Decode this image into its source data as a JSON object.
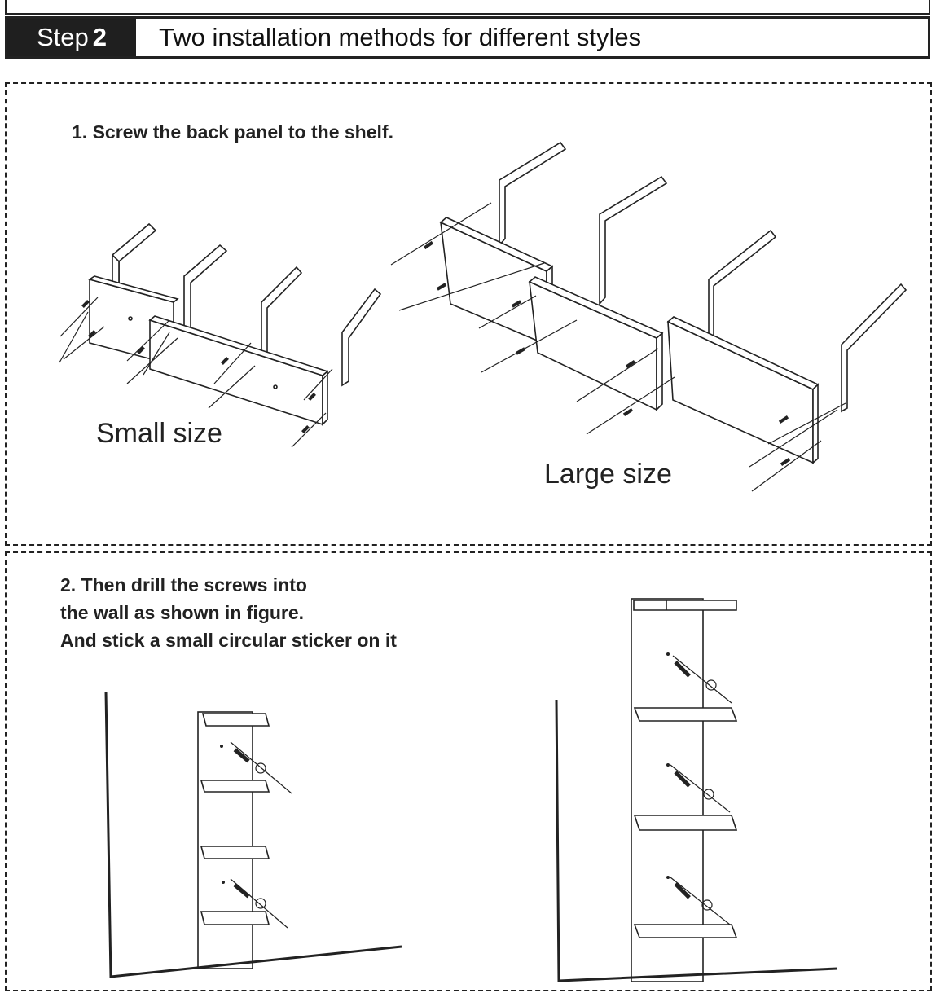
{
  "header": {
    "step_word": "Step",
    "step_number": "2",
    "title": "Two installation methods for different styles"
  },
  "section1": {
    "title": "1. Screw the back panel to the shelf.",
    "small_label": "Small size",
    "large_label": "Large size"
  },
  "section2": {
    "line1": "2. Then drill the screws into",
    "line2": "the wall as shown in figure.",
    "line3": "And stick a small circular sticker on it"
  }
}
